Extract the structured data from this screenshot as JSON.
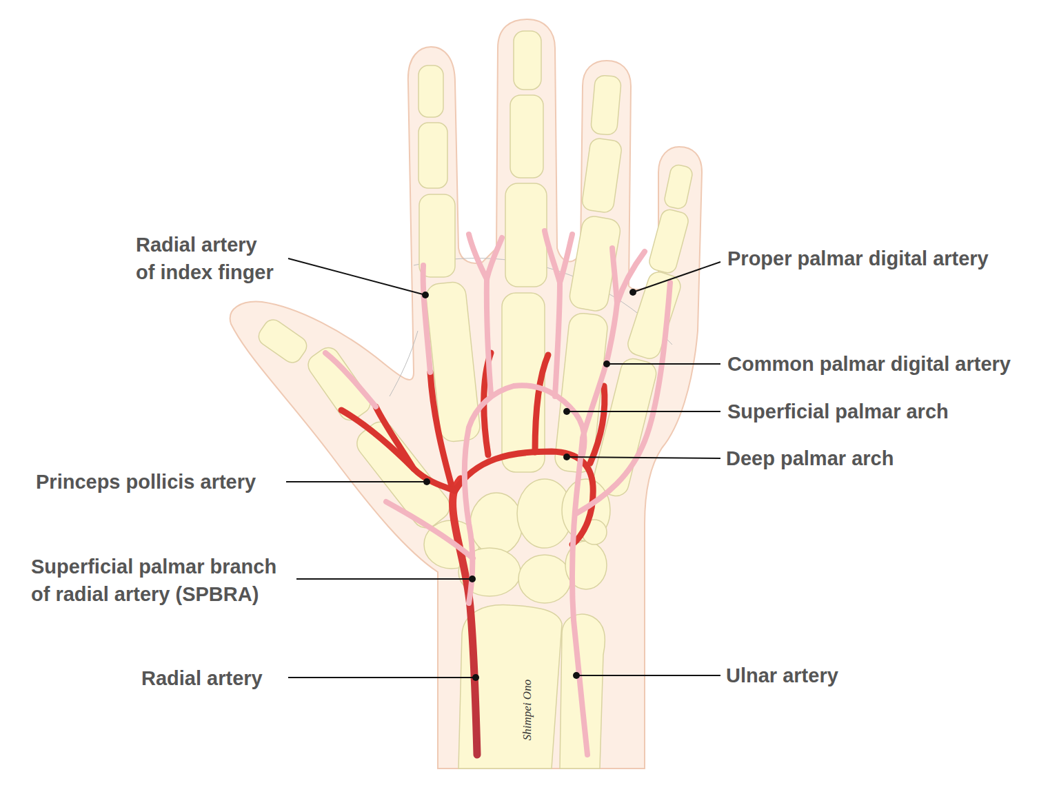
{
  "diagram": {
    "labels": [
      "Radial artery of index finger",
      "Proper palmar digital artery",
      "Common palmar digital artery",
      "Superficial palmar arch",
      "Deep palmar arch",
      "Princeps pollicis artery",
      "Superficial palmar branch of radial artery (SPBRA)",
      "Radial artery",
      "Ulnar artery",
      "Shimpei Ono"
    ]
  }
}
